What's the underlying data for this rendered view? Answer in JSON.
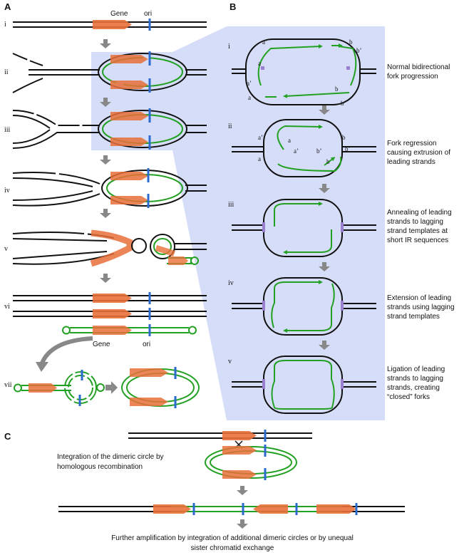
{
  "panels": {
    "a": "A",
    "b": "B",
    "c": "C"
  },
  "panel_a": {
    "steps": [
      "i",
      "ii",
      "iii",
      "iv",
      "v",
      "vi",
      "vii"
    ],
    "gene_label": "Gene",
    "ori_label": "ori"
  },
  "panel_b": {
    "steps": [
      "i",
      "ii",
      "iii",
      "iv",
      "v"
    ],
    "site_labels": {
      "a": "a",
      "a_prime": "a’",
      "b": "b",
      "b_prime": "b’"
    },
    "captions": [
      [
        "Normal bidirectional",
        "fork progression"
      ],
      [
        "Fork regression",
        "causing extrusion of",
        "leading strands"
      ],
      [
        "Annealing of leading",
        "strands to lagging",
        "strand templates at",
        "short IR sequences"
      ],
      [
        "Extension of leading",
        "strands using lagging",
        "strand templates"
      ],
      [
        "Ligation of leading",
        "strands to lagging",
        "strands, creating",
        "“closed” forks"
      ]
    ]
  },
  "panel_c": {
    "caption": [
      "Integration of the dimeric circle by",
      "homologous recombination"
    ],
    "footer": [
      "Further amplification by integration of additional dimeric circles or by unequal",
      "sister chromatid exchange"
    ]
  },
  "colors": {
    "dna": "#111111",
    "new_strand": "#22a022",
    "gene": "#e8703a",
    "ori": "#2a6acc",
    "highlight": "#d2d9f7",
    "arrow": "#888888",
    "site": "#9b7fd0"
  }
}
